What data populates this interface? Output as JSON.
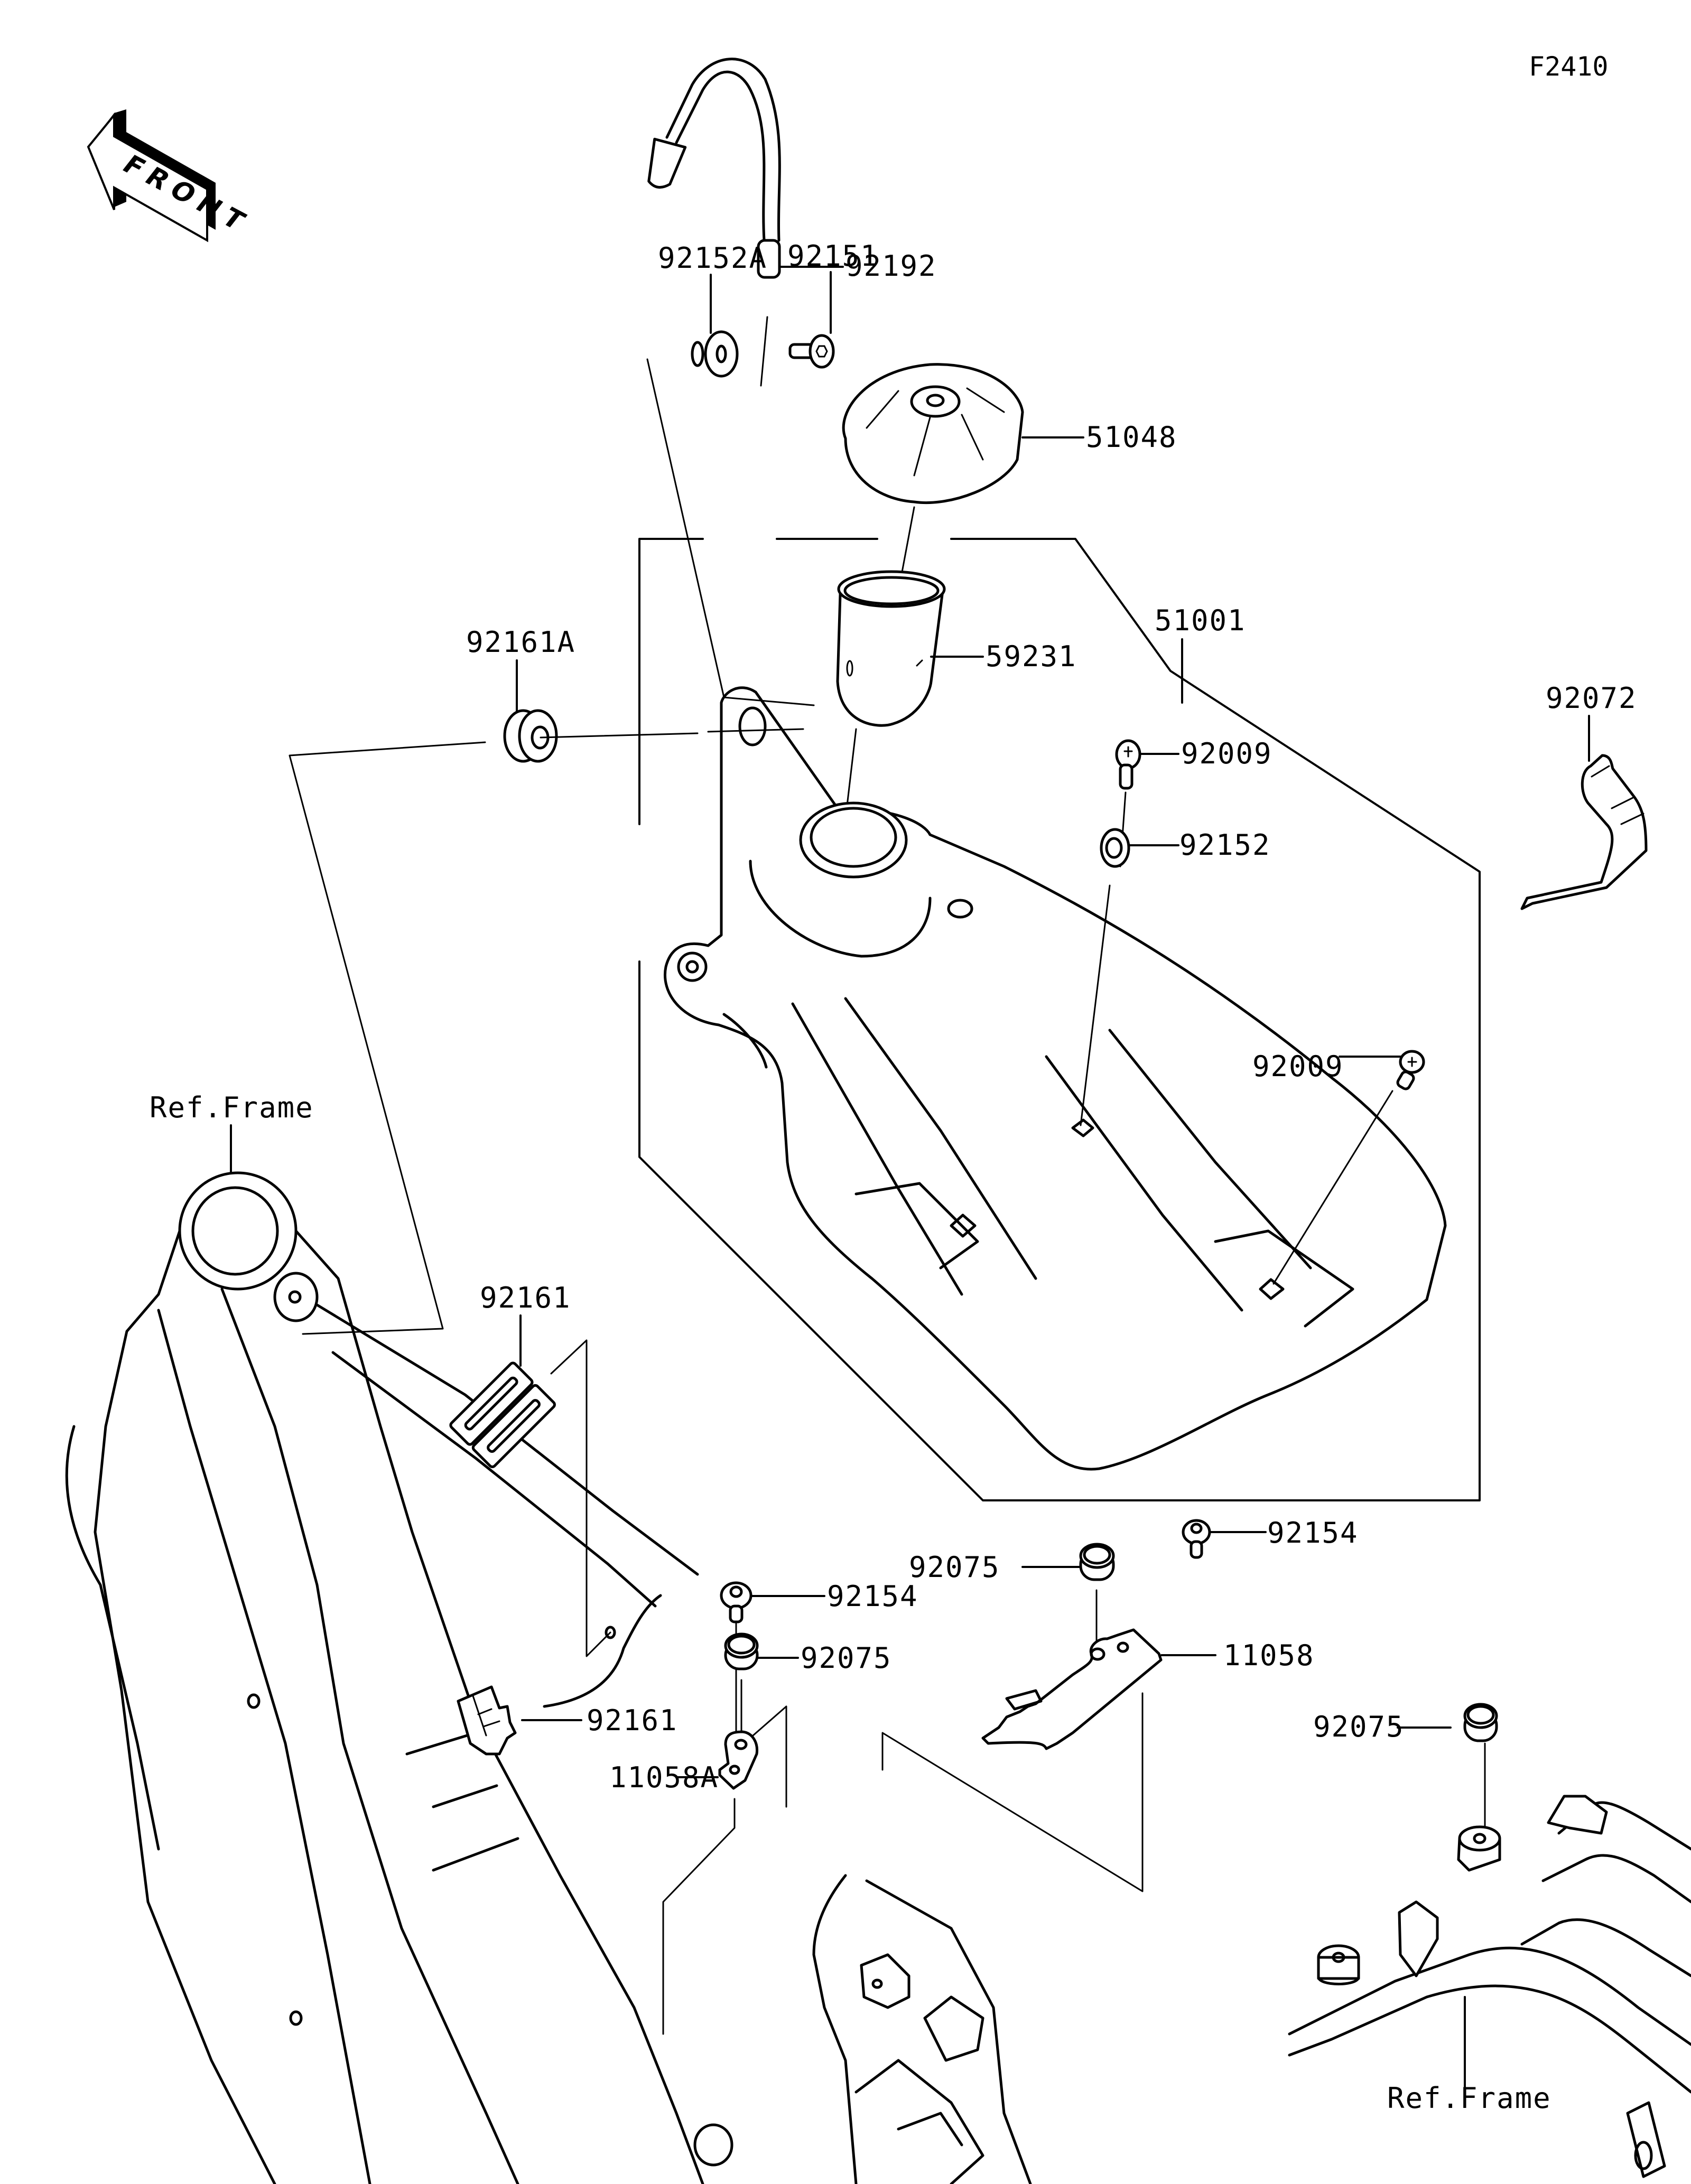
{
  "figure_id": "F2410",
  "orientation": {
    "label": "FRONT",
    "icon": "front-arrow-icon"
  },
  "parts": [
    {
      "id": "p92192",
      "number": "92192",
      "name": "hose"
    },
    {
      "id": "p92152A",
      "number": "92152A",
      "name": "washer"
    },
    {
      "id": "p92151",
      "number": "92151",
      "name": "bolt"
    },
    {
      "id": "p51048",
      "number": "51048",
      "name": "fuel-cap"
    },
    {
      "id": "p59231",
      "number": "59231",
      "name": "filler-neck-strainer"
    },
    {
      "id": "p51001",
      "number": "51001",
      "name": "fuel-tank"
    },
    {
      "id": "p92161A",
      "number": "92161A",
      "name": "damper"
    },
    {
      "id": "p92009a",
      "number": "92009",
      "name": "screw"
    },
    {
      "id": "p92152",
      "number": "92152",
      "name": "washer"
    },
    {
      "id": "p92072",
      "number": "92072",
      "name": "clamp"
    },
    {
      "id": "p92009b",
      "number": "92009",
      "name": "screw"
    },
    {
      "id": "p92161a",
      "number": "92161",
      "name": "damper"
    },
    {
      "id": "p92161b",
      "number": "92161",
      "name": "damper"
    },
    {
      "id": "p92154a",
      "number": "92154",
      "name": "bolt"
    },
    {
      "id": "p92075a",
      "number": "92075",
      "name": "damper"
    },
    {
      "id": "p11058A",
      "number": "11058A",
      "name": "bracket"
    },
    {
      "id": "p92075b",
      "number": "92075",
      "name": "damper"
    },
    {
      "id": "p92154b",
      "number": "92154",
      "name": "bolt"
    },
    {
      "id": "p11058",
      "number": "11058",
      "name": "bracket"
    },
    {
      "id": "p92075c",
      "number": "92075",
      "name": "damper"
    }
  ],
  "references": [
    {
      "label": "Ref.Frame"
    },
    {
      "label": "Ref.Frame"
    }
  ]
}
